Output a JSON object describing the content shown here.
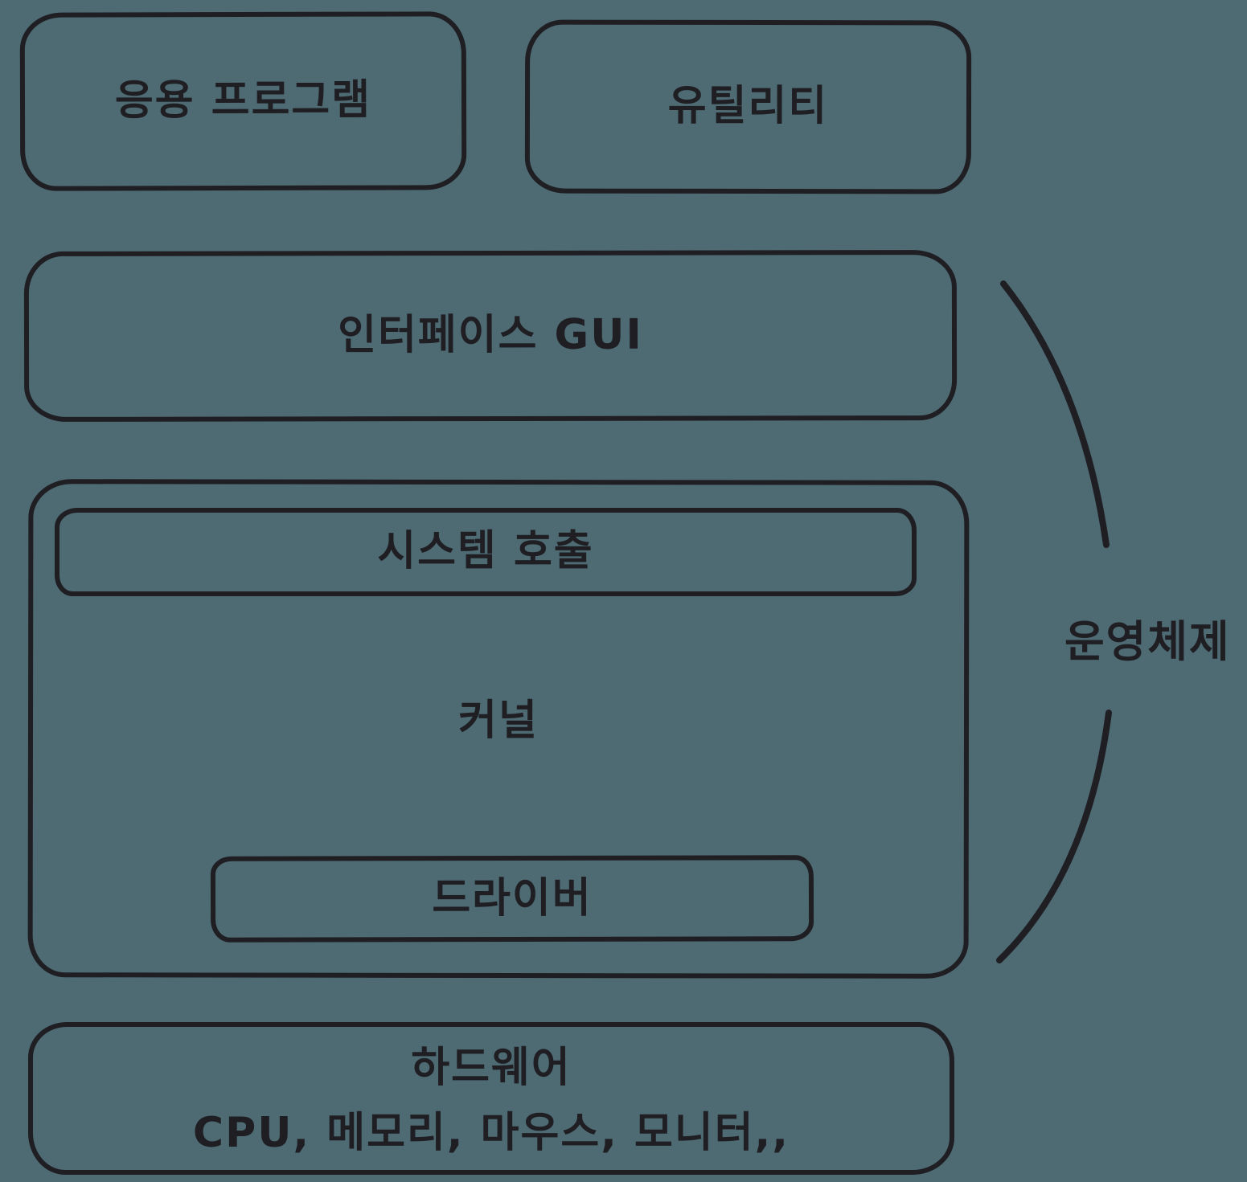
{
  "colors": {
    "background": "#4e6a73",
    "stroke": "#1f1e23"
  },
  "nodes": {
    "app": {
      "label": "응용 프로그램"
    },
    "utility": {
      "label": "유틸리티"
    },
    "interface_gui": {
      "label": "인터페이스 GUI"
    },
    "system_call": {
      "label": "시스템 호출"
    },
    "kernel": {
      "label": "커널"
    },
    "driver": {
      "label": "드라이버"
    },
    "hardware": {
      "label": "하드웨어",
      "detail": "CPU, 메모리, 마우스, 모니터,,"
    }
  },
  "annotation": {
    "os_label": "운영체제",
    "brace_icon": "curly-brace-right"
  }
}
